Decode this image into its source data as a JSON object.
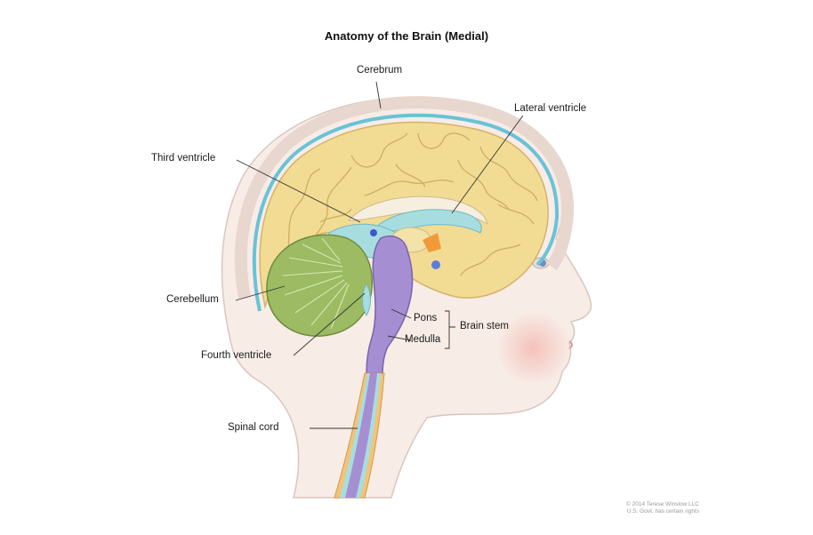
{
  "title": "Anatomy of the Brain (Medial)",
  "labels": {
    "cerebrum": "Cerebrum",
    "lateral_ventricle": "Lateral ventricle",
    "third_ventricle": "Third ventricle",
    "cerebellum": "Cerebellum",
    "fourth_ventricle": "Fourth ventricle",
    "pons": "Pons",
    "medulla": "Medulla",
    "brain_stem": "Brain stem",
    "spinal_cord": "Spinal cord"
  },
  "credit": {
    "line1": "© 2014 Terese Winslow LLC",
    "line2": "U.S. Govt. has certain rights"
  },
  "colors": {
    "cerebrum": "#f2dc94",
    "ventricles": "#a8dde0",
    "cerebellum": "#9cbb62",
    "brain_stem": "#a58fd2",
    "skin": "#f8ece6",
    "meninges": "#69c2d8"
  }
}
